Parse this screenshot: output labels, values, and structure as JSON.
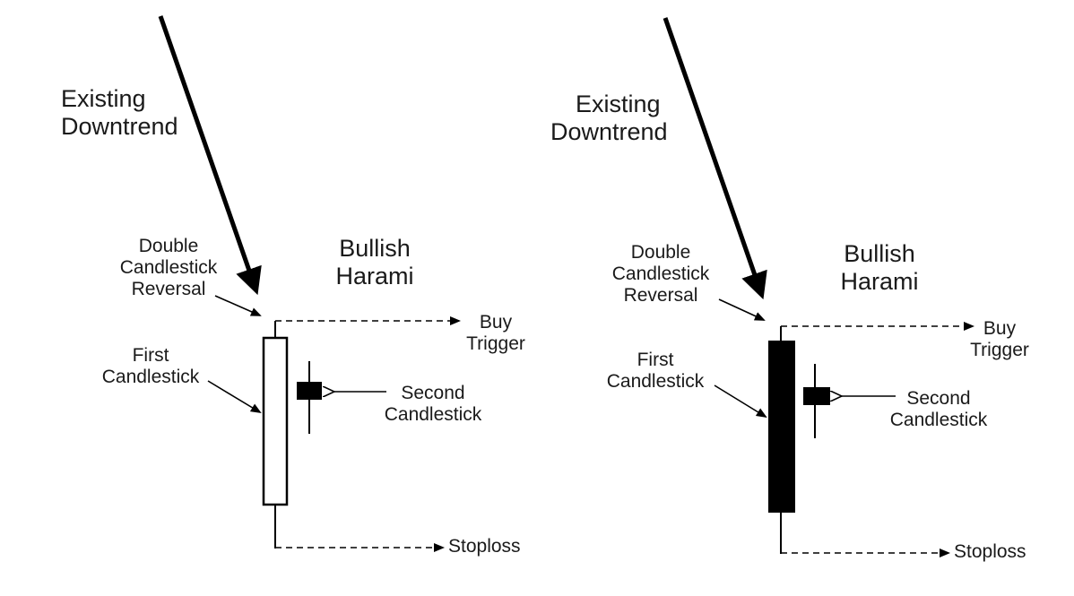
{
  "panels": [
    {
      "id": "left",
      "first_candle_fill": "#ffffff",
      "labels": {
        "existing_downtrend": [
          "Existing",
          "Downtrend"
        ],
        "double_reversal": [
          "Double",
          "Candlestick",
          "Reversal"
        ],
        "pattern_name": [
          "Bullish",
          "Harami"
        ],
        "buy_trigger": [
          "Buy",
          "Trigger"
        ],
        "first_candlestick": [
          "First",
          "Candlestick"
        ],
        "second_candlestick": [
          "Second",
          "Candlestick"
        ],
        "stoploss": "Stoploss"
      }
    },
    {
      "id": "right",
      "first_candle_fill": "#000000",
      "labels": {
        "existing_downtrend": [
          "Existing",
          "Downtrend"
        ],
        "double_reversal": [
          "Double",
          "Candlestick",
          "Reversal"
        ],
        "pattern_name": [
          "Bullish",
          "Harami"
        ],
        "buy_trigger": [
          "Buy",
          "Trigger"
        ],
        "first_candlestick": [
          "First",
          "Candlestick"
        ],
        "second_candlestick": [
          "Second",
          "Candlestick"
        ],
        "stoploss": "Stoploss"
      }
    }
  ],
  "colors": {
    "ink": "#000000",
    "text": "#1a1a1a",
    "background": "#ffffff"
  }
}
